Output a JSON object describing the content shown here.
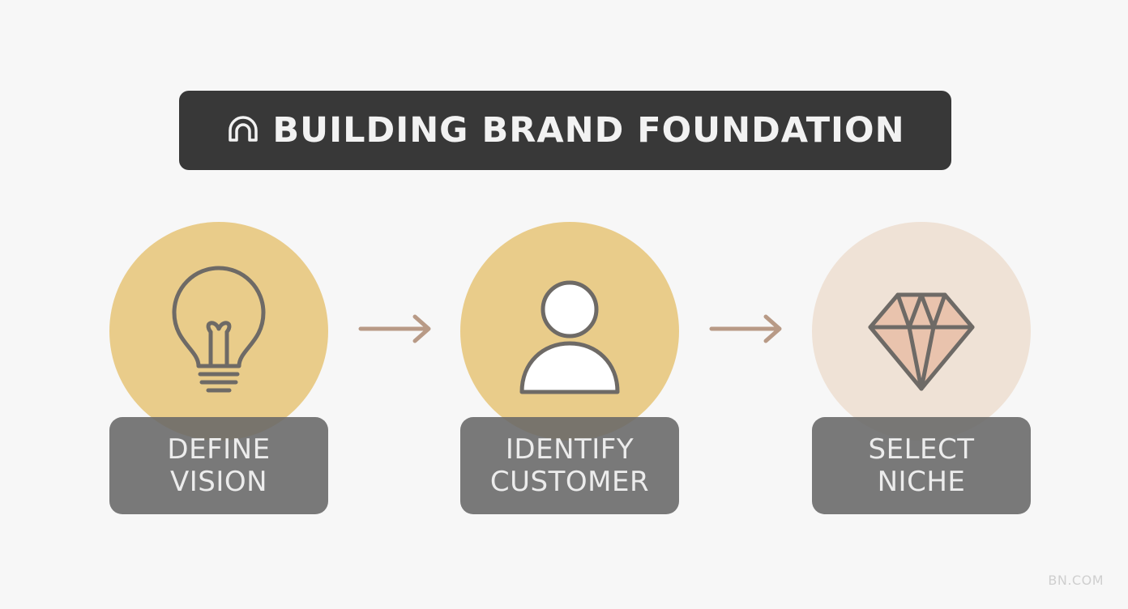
{
  "title": {
    "text": "BUILDING BRAND FOUNDATION",
    "icon": "arch-icon"
  },
  "steps": [
    {
      "lines": [
        "DEFINE",
        "VISION"
      ],
      "icon": "lightbulb-icon",
      "circle_color": "#e9cc8a"
    },
    {
      "lines": [
        "IDENTIFY",
        "CUSTOMER"
      ],
      "icon": "user-icon",
      "circle_color": "#e9cc8a"
    },
    {
      "lines": [
        "SELECT",
        "NICHE"
      ],
      "icon": "diamond-icon",
      "circle_color": "#efe2d6"
    }
  ],
  "watermark": "BN.COM",
  "colors": {
    "title_bg": "#383838",
    "label_bg": "#686868",
    "arrow": "#b89a86",
    "icon_stroke": "#6e6a66",
    "diamond_fill": "#e9c3ad"
  }
}
